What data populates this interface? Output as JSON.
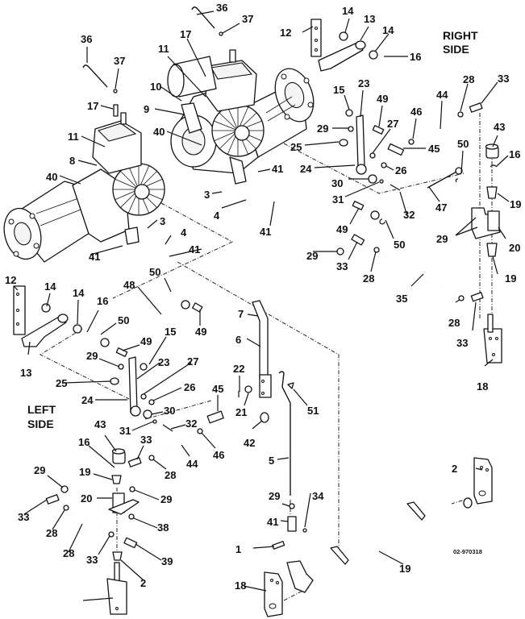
{
  "diagram": {
    "type": "exploded-parts-diagram",
    "side_labels": {
      "right": [
        "RIGHT",
        "SIDE"
      ],
      "left": [
        "LEFT",
        "SIDE"
      ]
    },
    "reference_code": "02-970318",
    "callouts": [
      {
        "id": "c36a",
        "text": "36"
      },
      {
        "id": "c37a",
        "text": "37"
      },
      {
        "id": "c12a",
        "text": "12"
      },
      {
        "id": "c14a",
        "text": "14"
      },
      {
        "id": "c13a",
        "text": "13"
      },
      {
        "id": "c14b",
        "text": "14"
      },
      {
        "id": "c16a",
        "text": "16"
      },
      {
        "id": "c36b",
        "text": "36"
      },
      {
        "id": "c37b",
        "text": "37"
      },
      {
        "id": "c17a",
        "text": "17"
      },
      {
        "id": "c11a",
        "text": "11"
      },
      {
        "id": "c10",
        "text": "10"
      },
      {
        "id": "c9",
        "text": "9"
      },
      {
        "id": "c40a",
        "text": "40"
      },
      {
        "id": "c17b",
        "text": "17"
      },
      {
        "id": "c11b",
        "text": "11"
      },
      {
        "id": "c8",
        "text": "8"
      },
      {
        "id": "c40b",
        "text": "40"
      },
      {
        "id": "c15a",
        "text": "15"
      },
      {
        "id": "c23a",
        "text": "23"
      },
      {
        "id": "c49a",
        "text": "49"
      },
      {
        "id": "c44a",
        "text": "44"
      },
      {
        "id": "c28a",
        "text": "28"
      },
      {
        "id": "c33a",
        "text": "33"
      },
      {
        "id": "c46a",
        "text": "46"
      },
      {
        "id": "c27a",
        "text": "27"
      },
      {
        "id": "c29a",
        "text": "29"
      },
      {
        "id": "c25a",
        "text": "25"
      },
      {
        "id": "c45a",
        "text": "45"
      },
      {
        "id": "c43a",
        "text": "43"
      },
      {
        "id": "c50a",
        "text": "50"
      },
      {
        "id": "c16b",
        "text": "16"
      },
      {
        "id": "c24a",
        "text": "24"
      },
      {
        "id": "c26a",
        "text": "26"
      },
      {
        "id": "c30a",
        "text": "30"
      },
      {
        "id": "c31a",
        "text": "31"
      },
      {
        "id": "c41a",
        "text": "41"
      },
      {
        "id": "c47",
        "text": "47"
      },
      {
        "id": "c19a",
        "text": "19"
      },
      {
        "id": "c3a",
        "text": "3"
      },
      {
        "id": "c4a",
        "text": "4"
      },
      {
        "id": "c41b",
        "text": "41"
      },
      {
        "id": "c32a",
        "text": "32"
      },
      {
        "id": "c49b",
        "text": "49"
      },
      {
        "id": "c29b",
        "text": "29"
      },
      {
        "id": "c20a",
        "text": "20"
      },
      {
        "id": "c50b",
        "text": "50"
      },
      {
        "id": "c3b",
        "text": "3"
      },
      {
        "id": "c4b",
        "text": "4"
      },
      {
        "id": "c41c",
        "text": "41"
      },
      {
        "id": "c41d",
        "text": "41"
      },
      {
        "id": "c29c",
        "text": "29"
      },
      {
        "id": "c33b",
        "text": "33"
      },
      {
        "id": "c28b",
        "text": "28"
      },
      {
        "id": "c19b",
        "text": "19"
      },
      {
        "id": "c12b",
        "text": "12"
      },
      {
        "id": "c14c",
        "text": "14"
      },
      {
        "id": "c14d",
        "text": "14"
      },
      {
        "id": "c16c",
        "text": "16"
      },
      {
        "id": "c50c",
        "text": "50"
      },
      {
        "id": "c48",
        "text": "48"
      },
      {
        "id": "c35",
        "text": "35"
      },
      {
        "id": "c50d",
        "text": "50"
      },
      {
        "id": "c7",
        "text": "7"
      },
      {
        "id": "c49c",
        "text": "49"
      },
      {
        "id": "c15b",
        "text": "15"
      },
      {
        "id": "c49d",
        "text": "49"
      },
      {
        "id": "c28c",
        "text": "28"
      },
      {
        "id": "c33c",
        "text": "33"
      },
      {
        "id": "c13b",
        "text": "13"
      },
      {
        "id": "c6",
        "text": "6"
      },
      {
        "id": "c29d",
        "text": "29"
      },
      {
        "id": "c23b",
        "text": "23"
      },
      {
        "id": "c27b",
        "text": "27"
      },
      {
        "id": "c25b",
        "text": "25"
      },
      {
        "id": "c26b",
        "text": "26"
      },
      {
        "id": "c22",
        "text": "22"
      },
      {
        "id": "c18a",
        "text": "18"
      },
      {
        "id": "c45b",
        "text": "45"
      },
      {
        "id": "c24b",
        "text": "24"
      },
      {
        "id": "c21",
        "text": "21"
      },
      {
        "id": "c51",
        "text": "51"
      },
      {
        "id": "c30b",
        "text": "30"
      },
      {
        "id": "c32b",
        "text": "32"
      },
      {
        "id": "c31b",
        "text": "31"
      },
      {
        "id": "c46b",
        "text": "46"
      },
      {
        "id": "c42",
        "text": "42"
      },
      {
        "id": "c43b",
        "text": "43"
      },
      {
        "id": "c16d",
        "text": "16"
      },
      {
        "id": "c33d",
        "text": "33"
      },
      {
        "id": "c5",
        "text": "5"
      },
      {
        "id": "c44b",
        "text": "44"
      },
      {
        "id": "c29e",
        "text": "29"
      },
      {
        "id": "c19c",
        "text": "19"
      },
      {
        "id": "c28d",
        "text": "28"
      },
      {
        "id": "c2a",
        "text": "2"
      },
      {
        "id": "c20b",
        "text": "20"
      },
      {
        "id": "c29f",
        "text": "29"
      },
      {
        "id": "c33e",
        "text": "33"
      },
      {
        "id": "c28e",
        "text": "28"
      },
      {
        "id": "c29g",
        "text": "29"
      },
      {
        "id": "c38",
        "text": "38"
      },
      {
        "id": "c41e",
        "text": "41"
      },
      {
        "id": "c34",
        "text": "34"
      },
      {
        "id": "c28f",
        "text": "28"
      },
      {
        "id": "c33f",
        "text": "33"
      },
      {
        "id": "c39",
        "text": "39"
      },
      {
        "id": "c1",
        "text": "1"
      },
      {
        "id": "c19d",
        "text": "19"
      },
      {
        "id": "c2b",
        "text": "2"
      },
      {
        "id": "c18b",
        "text": "18"
      }
    ]
  }
}
